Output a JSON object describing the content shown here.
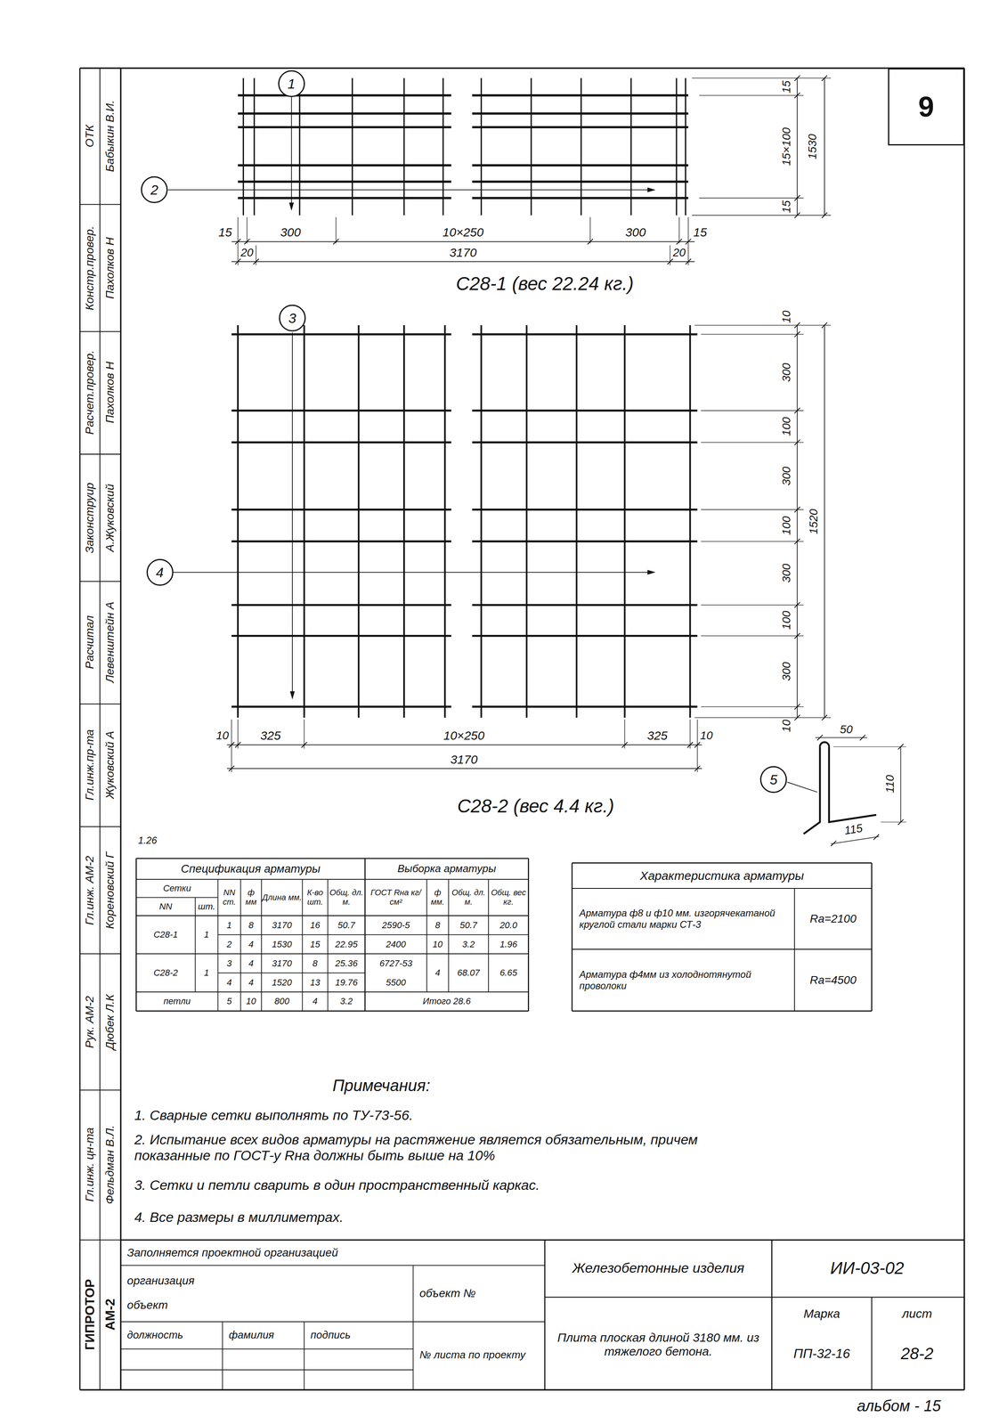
{
  "diagram": {
    "nodes": [
      {
        "text": [
          "9"
        ]
      },
      {
        "text": [
          "1"
        ]
      },
      {
        "text": [
          "2"
        ]
      },
      {
        "text": [
          "3"
        ]
      },
      {
        "text": [
          "4"
        ]
      },
      {
        "text": [
          "5"
        ]
      }
    ],
    "labels": [
      "ОТК",
      "Бабыкин В.И.",
      "Констр.провер.",
      "Пахолков Н",
      "Расчет.провер.",
      "Пахолков Н",
      "Законструир",
      "А.Жуковский",
      "Расчитал",
      "Левенштейн А",
      "Гл.инж.пр-та",
      "Жуковский А",
      "Гл.инж. АМ-2",
      "Кореновский Г",
      "Рук. АМ-2",
      "Дюбек Л.К",
      "Гл.инж. цн-та",
      "Фельдман В.Л.",
      "ГИПРОТОР",
      "АМ-2",
      "15",
      "300",
      "10×250",
      "300",
      "15",
      "20",
      "3170",
      "20",
      "С28-1 (вес 22.24 кг.)",
      "15",
      "15×100",
      "1530",
      "15",
      "10",
      "325",
      "10×250",
      "325",
      "10",
      "3170",
      "С28-2 (вес 4.4 кг.)",
      "10",
      "300",
      "100",
      "300",
      "100",
      "300",
      "100",
      "300",
      "10",
      "1520",
      "50",
      "110",
      "115",
      "1.26",
      "Спецификация арматуры",
      "Выборка арматуры",
      "Сетки",
      "NN",
      "шт.",
      "NN ст.",
      "ф мм",
      "Длина мм.",
      "К-во шт.",
      "Общ. дл. м.",
      "ГОСТ Rнa кг/см²",
      "ф мм.",
      "Общ. дл. м.",
      "Общ. вес кг.",
      "С28-1",
      "1",
      "1",
      "8",
      "3170",
      "16",
      "50.7",
      "2590-5",
      "8",
      "50.7",
      "20.0",
      "2",
      "4",
      "1530",
      "15",
      "22.95",
      "2400",
      "10",
      "3.2",
      "1.96",
      "С28-2",
      "1",
      "3",
      "4",
      "3170",
      "8",
      "25.36",
      "6727-53",
      "4",
      "68.07",
      "6.65",
      "4",
      "4",
      "1520",
      "13",
      "19.76",
      "5500",
      "петли",
      "5",
      "10",
      "800",
      "4",
      "3.2",
      "Итого 28.6",
      "Характеристика арматуры",
      "Арматура ф8 и ф10 мм. изгорячекатаной круглой стали марки СТ-3",
      "Ra=2100",
      "Арматура ф4мм из холоднотянутой проволоки",
      "Ra=4500",
      "Примечания:",
      "1. Сварные сетки выполнять по ТУ-73-56.",
      "2. Испытание всех видов арматуры на растяжение является обязательным, причем показанные по ГОСТ-у Rнa должны быть выше на 10%",
      "3. Сетки и петли сварить в один пространственный каркас.",
      "4. Все размеры в миллиметрах.",
      "Заполняется проектной организацией",
      "организация",
      "объект",
      "объект №",
      "должность",
      "фамилия",
      "подпись",
      "№ листа по проекту",
      "Железобетонные изделия",
      "ИИ-03-02",
      "Плита плоская длиной 3180 мм. из тяжелого бетона.",
      "Марка",
      "ПП-32-16",
      "лист",
      "28-2",
      "альбом - 15"
    ]
  }
}
